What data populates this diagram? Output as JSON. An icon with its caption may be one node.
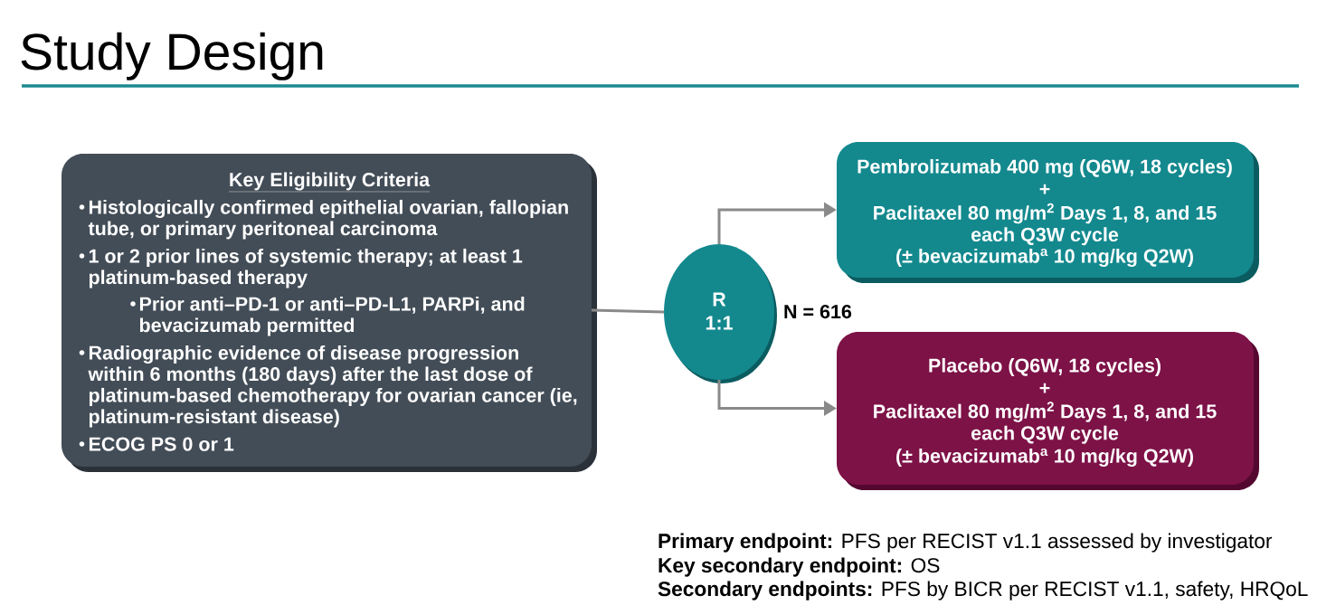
{
  "diagram": {
    "title": "Study Design",
    "nodes": [
      {
        "text": [
          "Key Eligibility Criteria",
          "Histologically confirmed epithelial ovarian, fallopian tube, or primary peritoneal carcinoma",
          "1 or 2 prior lines of systemic therapy; at least 1 platinum-based therapy",
          "Prior anti–PD-1 or anti–PD-L1, PARPi, and bevacizumab permitted",
          "Radiographic evidence of disease progression within 6 months (180 days) after the last dose of platinum-based chemotherapy for ovarian cancer (ie, platinum-resistant disease)",
          "ECOG PS 0 or 1"
        ]
      },
      {
        "text": [
          "R",
          "1:1"
        ],
        "beside": [
          "N = 616"
        ]
      },
      {
        "text": [
          "Pembrolizumab 400 mg (Q6W, 18 cycles)",
          "+",
          "Paclitaxel 80 mg/m$^{2}$ Days 1, 8, and 15 each Q3W cycle",
          "(± bevacizumab$^{a}$ 10 mg/kg Q2W)"
        ]
      },
      {
        "text": [
          "Placebo (Q6W, 18 cycles)",
          "+",
          "Paclitaxel 80 mg/m$^{2}$ Days 1, 8, and 15 each Q3W cycle",
          "(± bevacizumab$^{a}$ 10 mg/kg Q2W)"
        ]
      }
    ],
    "edges": [
      {
        "from": 0,
        "to": 1,
        "arrow": "none"
      },
      {
        "from": 1,
        "to": 2,
        "arrow": "to"
      },
      {
        "from": 1,
        "to": 3,
        "arrow": "to"
      }
    ],
    "labels": [
      "**Primary endpoint:** PFS per RECIST v1.1 assessed by investigator",
      "**Key secondary endpoint:** OS",
      "**Secondary endpoints:** PFS by BICR per RECIST v1.1, safety, HRQoL"
    ]
  }
}
